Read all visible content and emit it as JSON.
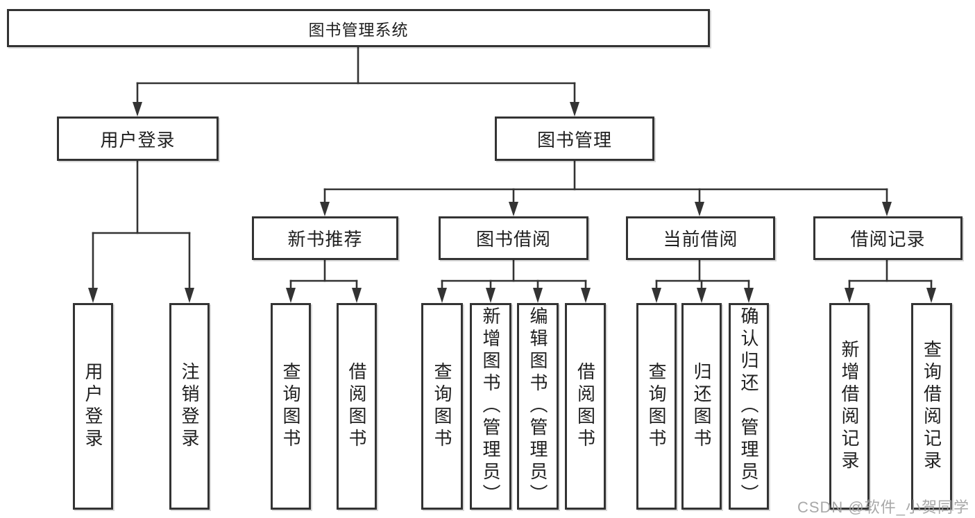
{
  "diagram": {
    "root": "图书管理系统",
    "branches": [
      {
        "label": "用户登录",
        "children": [
          {
            "label": "用户登录"
          },
          {
            "label": "注销登录"
          }
        ]
      },
      {
        "label": "图书管理",
        "groups": [
          {
            "label": "新书推荐",
            "children": [
              {
                "label": "查询图书"
              },
              {
                "label": "借阅图书"
              }
            ]
          },
          {
            "label": "图书借阅",
            "children": [
              {
                "label": "查询图书"
              },
              {
                "label": "新增图书（管理员）"
              },
              {
                "label": "编辑图书（管理员）"
              },
              {
                "label": "借阅图书"
              }
            ]
          },
          {
            "label": "当前借阅",
            "children": [
              {
                "label": "查询图书"
              },
              {
                "label": "归还图书"
              },
              {
                "label": "确认归还（管理员）"
              }
            ]
          },
          {
            "label": "借阅记录",
            "children": [
              {
                "label": "新增借阅记录"
              },
              {
                "label": "查询借阅记录"
              }
            ]
          }
        ]
      }
    ]
  },
  "watermark": {
    "text": "CSDN @软件_小贺同学"
  },
  "colors": {
    "line": "#333333",
    "border": "#333333",
    "text": "#1f1f1f",
    "watermark": "#9e9e9e",
    "background": "#ffffff"
  }
}
